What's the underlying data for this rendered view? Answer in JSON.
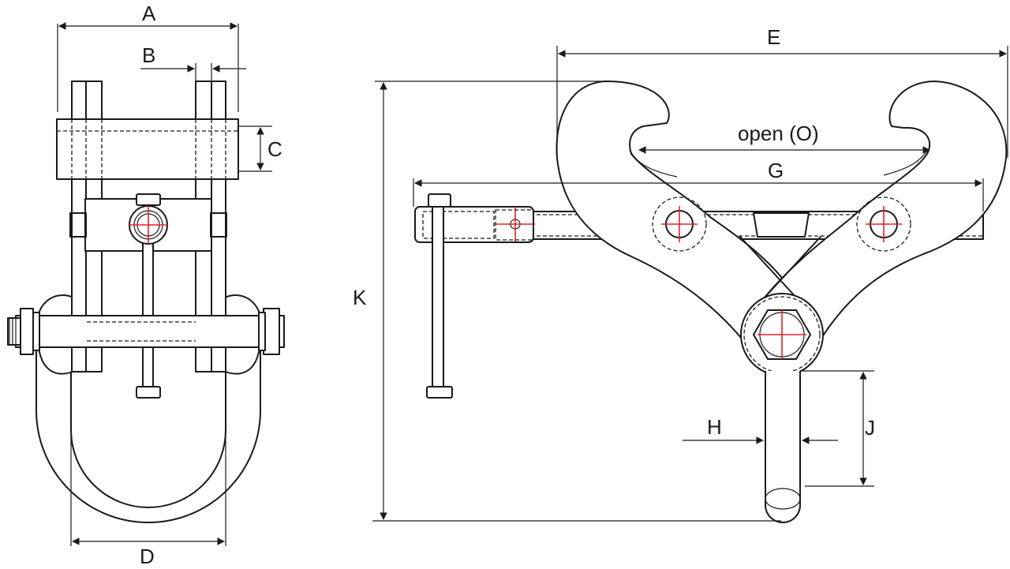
{
  "labels": {
    "A": "A",
    "B": "B",
    "C": "C",
    "D": "D",
    "E": "E",
    "G": "G",
    "H": "H",
    "J": "J",
    "K": "K",
    "open": "open (O)"
  },
  "colors": {
    "line": "#1a1a1a",
    "centerline": "#e8202a",
    "background": "#ffffff"
  }
}
